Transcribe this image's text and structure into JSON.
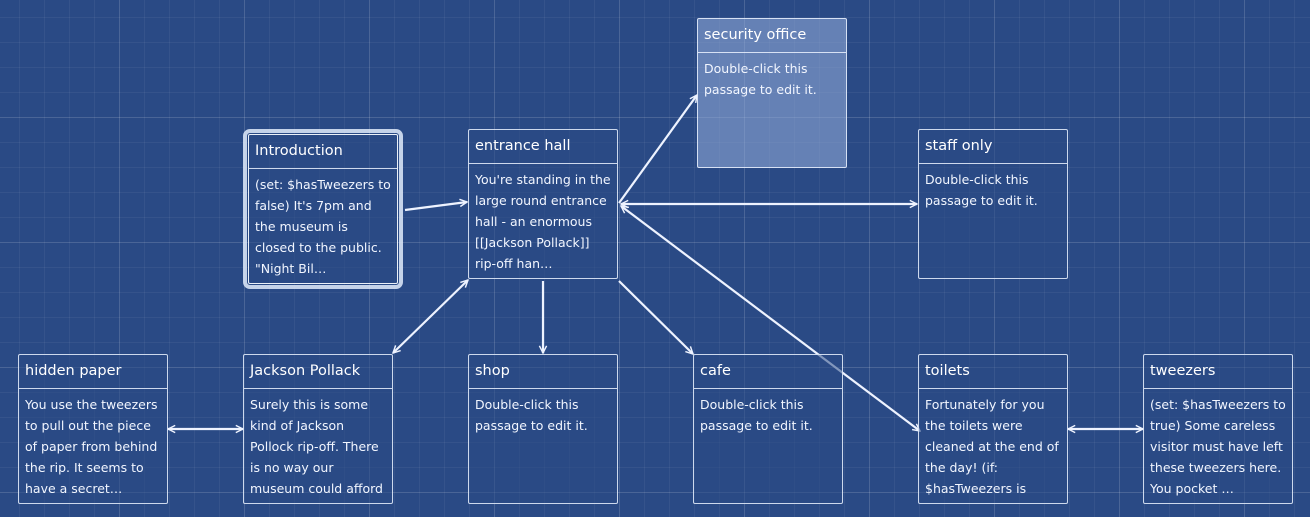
{
  "passages": [
    {
      "title": "security office",
      "excerpt": "Double-click this passage to edit it."
    },
    {
      "title": "Introduction",
      "excerpt": "(set: $hasTweezers to false) It's 7pm and the museum is closed to the public. \"Night Bil…"
    },
    {
      "title": "entrance hall",
      "excerpt": "You're standing in the large round entrance hall - an enormous [[Jackson Pollack]] rip-off han…"
    },
    {
      "title": "staff only",
      "excerpt": "Double-click this passage to edit it."
    },
    {
      "title": "hidden paper",
      "excerpt": "You use the tweezers to pull out the piece of paper from behind the rip. It seems to have a secret…"
    },
    {
      "title": "Jackson Pollack",
      "excerpt": "Surely this is some kind of Jackson Pollock rip-off. There is no way our museum could afford"
    },
    {
      "title": "shop",
      "excerpt": "Double-click this passage to edit it."
    },
    {
      "title": "cafe",
      "excerpt": "Double-click this passage to edit it."
    },
    {
      "title": "toilets",
      "excerpt": "Fortunately for you the toilets were cleaned at the end of the day! (if: $hasTweezers is"
    },
    {
      "title": "tweezers",
      "excerpt": "(set: $hasTweezers to true) Some careless visitor must have left these tweezers here. You pocket …"
    }
  ]
}
